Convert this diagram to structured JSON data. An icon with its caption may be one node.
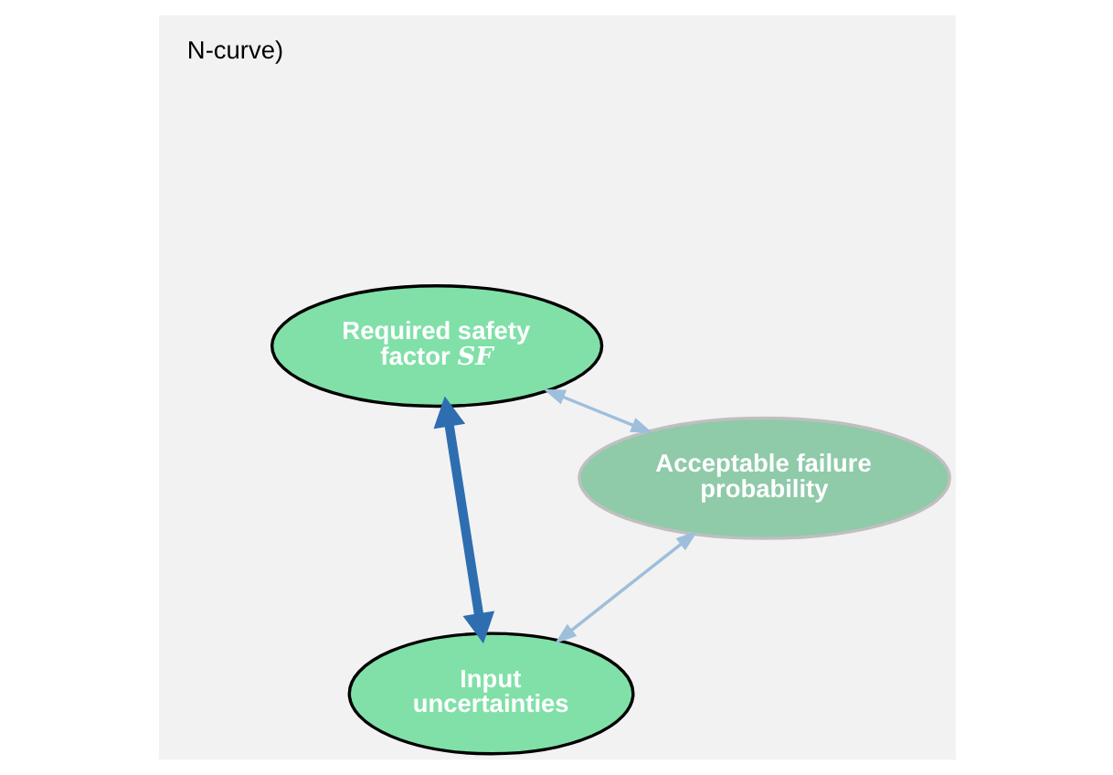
{
  "diagram": {
    "nodes": [
      {
        "text": [
          "Required safety factor *SF*"
        ]
      },
      {
        "text": [
          "Acceptable failure probability"
        ]
      },
      {
        "text": [
          "Input uncertainties"
        ]
      }
    ],
    "edges": [
      {
        "from": 1,
        "to": 0,
        "arrow": "both",
        "color": "#9dbfdc"
      },
      {
        "from": 0,
        "to": 2,
        "arrow": "both",
        "style": "thick",
        "color": "#2e6eb0"
      },
      {
        "from": 1,
        "to": 2,
        "arrow": "both",
        "color": "#9dbfdc"
      }
    ],
    "labels": [
      "N-curve)"
    ]
  }
}
